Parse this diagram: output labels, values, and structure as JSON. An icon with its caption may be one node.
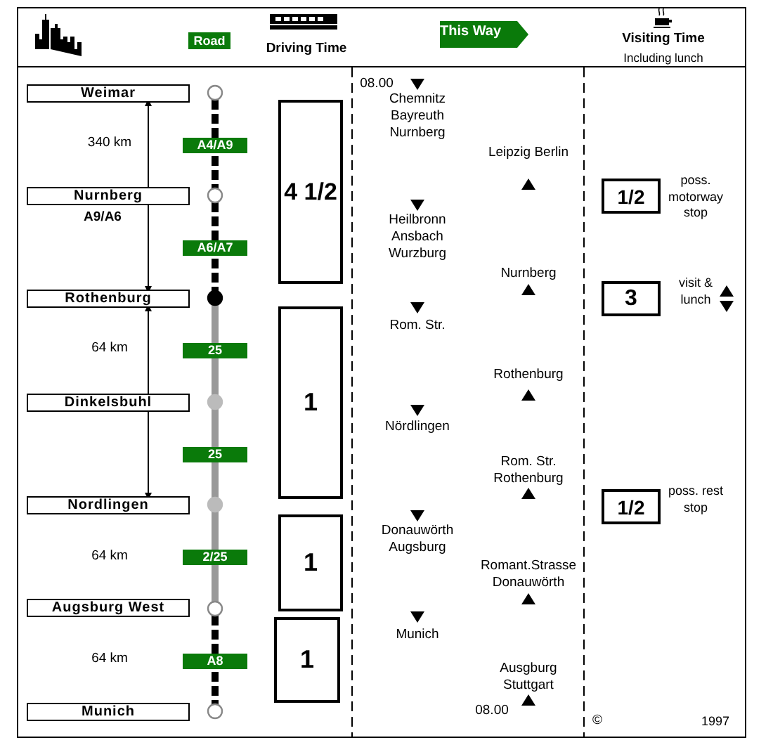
{
  "diagram": {
    "nodes": [
      {
        "text": [
          "Weimar"
        ]
      },
      {
        "text": [
          "Nurnberg"
        ],
        "beside": [
          "A9/A6"
        ]
      },
      {
        "text": [
          "Rothenburg"
        ]
      },
      {
        "text": [
          "Dinkelsbuhl"
        ]
      },
      {
        "text": [
          "Nordlingen"
        ]
      },
      {
        "text": [
          "Augsburg West"
        ]
      },
      {
        "text": [
          "Munich"
        ]
      },
      {
        "text": [],
        "shape": "circle"
      },
      {
        "text": [],
        "shape": "circle"
      },
      {
        "text": [],
        "shape": "circle"
      },
      {
        "text": [],
        "shape": "circle"
      },
      {
        "text": [],
        "shape": "circle"
      },
      {
        "text": [],
        "shape": "circle"
      },
      {
        "text": [],
        "shape": "circle"
      },
      {
        "text": [
          "4 1/2"
        ]
      },
      {
        "text": [
          "1"
        ]
      },
      {
        "text": [
          "1"
        ]
      },
      {
        "text": [
          "1"
        ]
      },
      {
        "text": [
          "1/2"
        ],
        "beside": [
          "poss. motorway stop"
        ]
      },
      {
        "text": [
          "3"
        ],
        "beside": [
          "visit & lunch"
        ]
      },
      {
        "text": [
          "1/2"
        ],
        "beside": [
          "poss. rest stop"
        ]
      }
    ],
    "edges": [
      {
        "from": 7,
        "to": 8,
        "arrow": "none",
        "label": "A4/A9",
        "style": "dashed"
      },
      {
        "from": 8,
        "to": 9,
        "arrow": "none",
        "label": "A6/A7",
        "style": "dashed"
      },
      {
        "from": 9,
        "to": 10,
        "arrow": "none",
        "label": "25",
        "color": "#999999"
      },
      {
        "from": 10,
        "to": 11,
        "arrow": "none",
        "label": "25",
        "color": "#999999"
      },
      {
        "from": 11,
        "to": 12,
        "arrow": "none",
        "label": "2/25",
        "color": "#999999"
      },
      {
        "from": 12,
        "to": 13,
        "arrow": "none",
        "label": "A8",
        "style": "dashed"
      },
      {
        "from": 0,
        "to": 2,
        "arrow": "both",
        "label": "340 km"
      },
      {
        "from": 2,
        "to": 4,
        "arrow": "both",
        "label": "64 km"
      }
    ],
    "labels": [
      "Road",
      "Driving Time",
      "This Way",
      "Visiting Time",
      "Including lunch",
      "64 km",
      "64 km",
      "08.00",
      "Chemnitz Bayreuth Nurnberg",
      "Leipzig Berlin",
      "Heilbronn Ansbach Wurzburg",
      "Nurnberg",
      "Rom. Str.",
      "Rothenburg",
      "Nördlingen",
      "Rom. Str. Rothenburg",
      "Donauwörth Augsburg",
      "Romant.Strasse Donauwörth",
      "Munich",
      "Ausgburg Stuttgart",
      "08.00",
      "©",
      "1997"
    ]
  }
}
